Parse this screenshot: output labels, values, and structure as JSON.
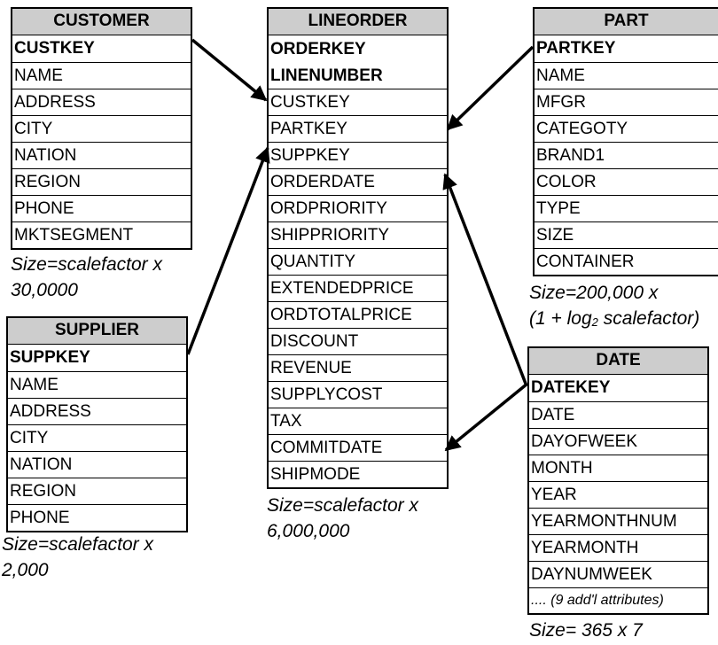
{
  "tables": {
    "customer": {
      "title": "CUSTOMER",
      "key": "CUSTKEY",
      "rows": [
        "NAME",
        "ADDRESS",
        "CITY",
        "NATION",
        "REGION",
        "PHONE",
        "MKTSEGMENT"
      ],
      "size_line1": "Size=scalefactor x",
      "size_line2": "30,0000"
    },
    "lineorder": {
      "title": "LINEORDER",
      "keys": [
        "ORDERKEY",
        "LINENUMBER"
      ],
      "rows": [
        "CUSTKEY",
        "PARTKEY",
        "SUPPKEY",
        "ORDERDATE",
        "ORDPRIORITY",
        "SHIPPRIORITY",
        "QUANTITY",
        "EXTENDEDPRICE",
        "ORDTOTALPRICE",
        "DISCOUNT",
        "REVENUE",
        "SUPPLYCOST",
        "TAX",
        "COMMITDATE",
        "SHIPMODE"
      ],
      "size_line1": "Size=scalefactor x",
      "size_line2": "6,000,000"
    },
    "part": {
      "title": "PART",
      "key": "PARTKEY",
      "rows": [
        "NAME",
        "MFGR",
        "CATEGOTY",
        "BRAND1",
        "COLOR",
        "TYPE",
        "SIZE",
        "CONTAINER"
      ],
      "size_line1": "Size=200,000 x",
      "size_line2_pre": "(1 + log",
      "size_line2_sub": "2",
      "size_line2_post": " scalefactor)"
    },
    "supplier": {
      "title": "SUPPLIER",
      "key": "SUPPKEY",
      "rows": [
        "NAME",
        "ADDRESS",
        "CITY",
        "NATION",
        "REGION",
        "PHONE"
      ],
      "size_line1": "Size=scalefactor x",
      "size_line2": "2,000"
    },
    "date": {
      "title": "DATE",
      "key": "DATEKEY",
      "rows": [
        "DATE",
        "DAYOFWEEK",
        "MONTH",
        "YEAR",
        "YEARMONTHNUM",
        "YEARMONTH",
        "DAYNUMWEEK"
      ],
      "note": ".... (9 add'l attributes)",
      "size_line1": "Size= 365 x 7"
    }
  }
}
